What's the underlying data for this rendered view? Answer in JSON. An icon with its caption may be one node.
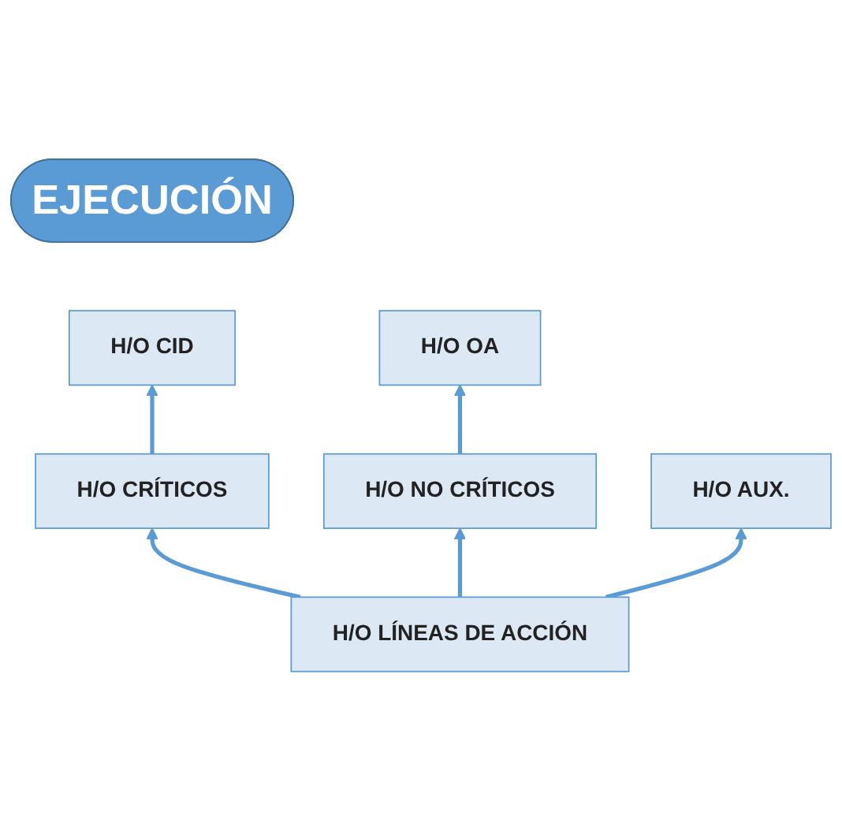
{
  "diagram": {
    "nodes": [
      {
        "text": [
          "EJECUCIÓN"
        ]
      },
      {
        "text": [
          "H/O CID"
        ]
      },
      {
        "text": [
          "H/O OA"
        ]
      },
      {
        "text": [
          "H/O CRÍTICOS"
        ]
      },
      {
        "text": [
          "H/O NO CRÍTICOS"
        ]
      },
      {
        "text": [
          "H/O AUX."
        ]
      },
      {
        "text": [
          "H/O LÍNEAS DE ACCIÓN"
        ]
      }
    ],
    "edges": [
      {
        "from": 3,
        "to": 1,
        "arrow": "to"
      },
      {
        "from": 4,
        "to": 2,
        "arrow": "to"
      },
      {
        "from": 6,
        "to": 3,
        "arrow": "to"
      },
      {
        "from": 6,
        "to": 4,
        "arrow": "to"
      },
      {
        "from": 6,
        "to": 5,
        "arrow": "to"
      }
    ]
  }
}
